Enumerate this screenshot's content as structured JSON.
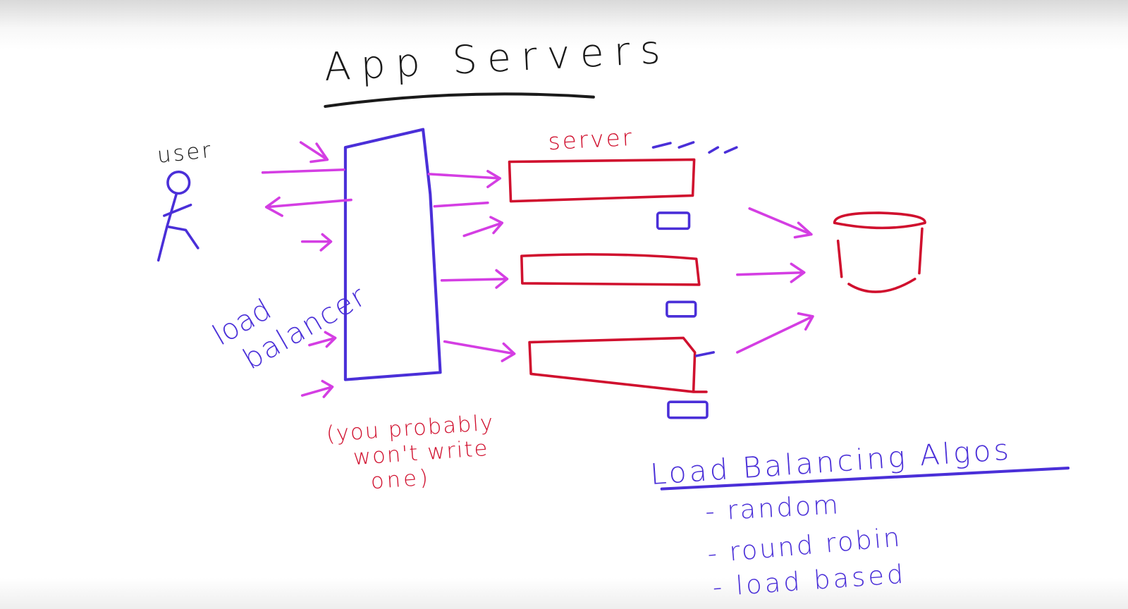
{
  "title": "App Servers",
  "user_label": "user",
  "load_balancer_label": [
    "load",
    "balancer"
  ],
  "server_label": "server",
  "note": [
    "(you probably",
    "won't write",
    "one)"
  ],
  "algos": {
    "heading": "Load Balancing Algos",
    "items": [
      "- random",
      "- round robin",
      "- load based"
    ]
  },
  "colors": {
    "ink_black": "#1a1a1a",
    "ink_blue": "#4a2fd8",
    "ink_red": "#d0102e",
    "ink_magenta": "#d43ee3"
  }
}
